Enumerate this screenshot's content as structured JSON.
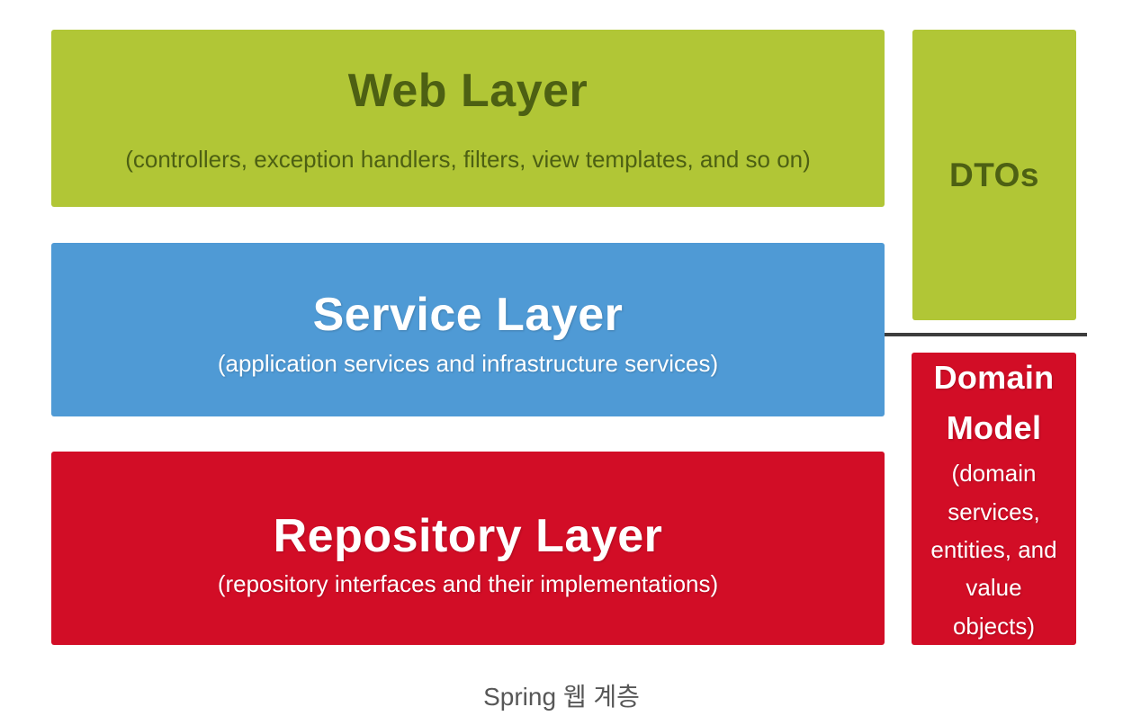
{
  "caption": "Spring 웹 계층",
  "layers": [
    {
      "title": "Web Layer",
      "subtitle": "(controllers, exception handlers, filters, view templates, and so on)"
    },
    {
      "title": "Service Layer",
      "subtitle": "(application services and infrastructure services)"
    },
    {
      "title": "Repository Layer",
      "subtitle": "(repository interfaces and their implementations)"
    }
  ],
  "side_boxes": [
    {
      "title": "DTOs"
    },
    {
      "title": "Domain Model",
      "subtitle_lines": [
        "(domain",
        "services,",
        "entities, and",
        "value",
        "objects)"
      ]
    }
  ],
  "colors": {
    "layer_green": "#b1c636",
    "layer_green_text": "#4d6013",
    "layer_blue": "#4f9ad5",
    "layer_red": "#d20d26",
    "white_text": "#ffffff",
    "divider": "#3d3d3d",
    "caption_text": "#575757",
    "background": "#ffffff"
  }
}
